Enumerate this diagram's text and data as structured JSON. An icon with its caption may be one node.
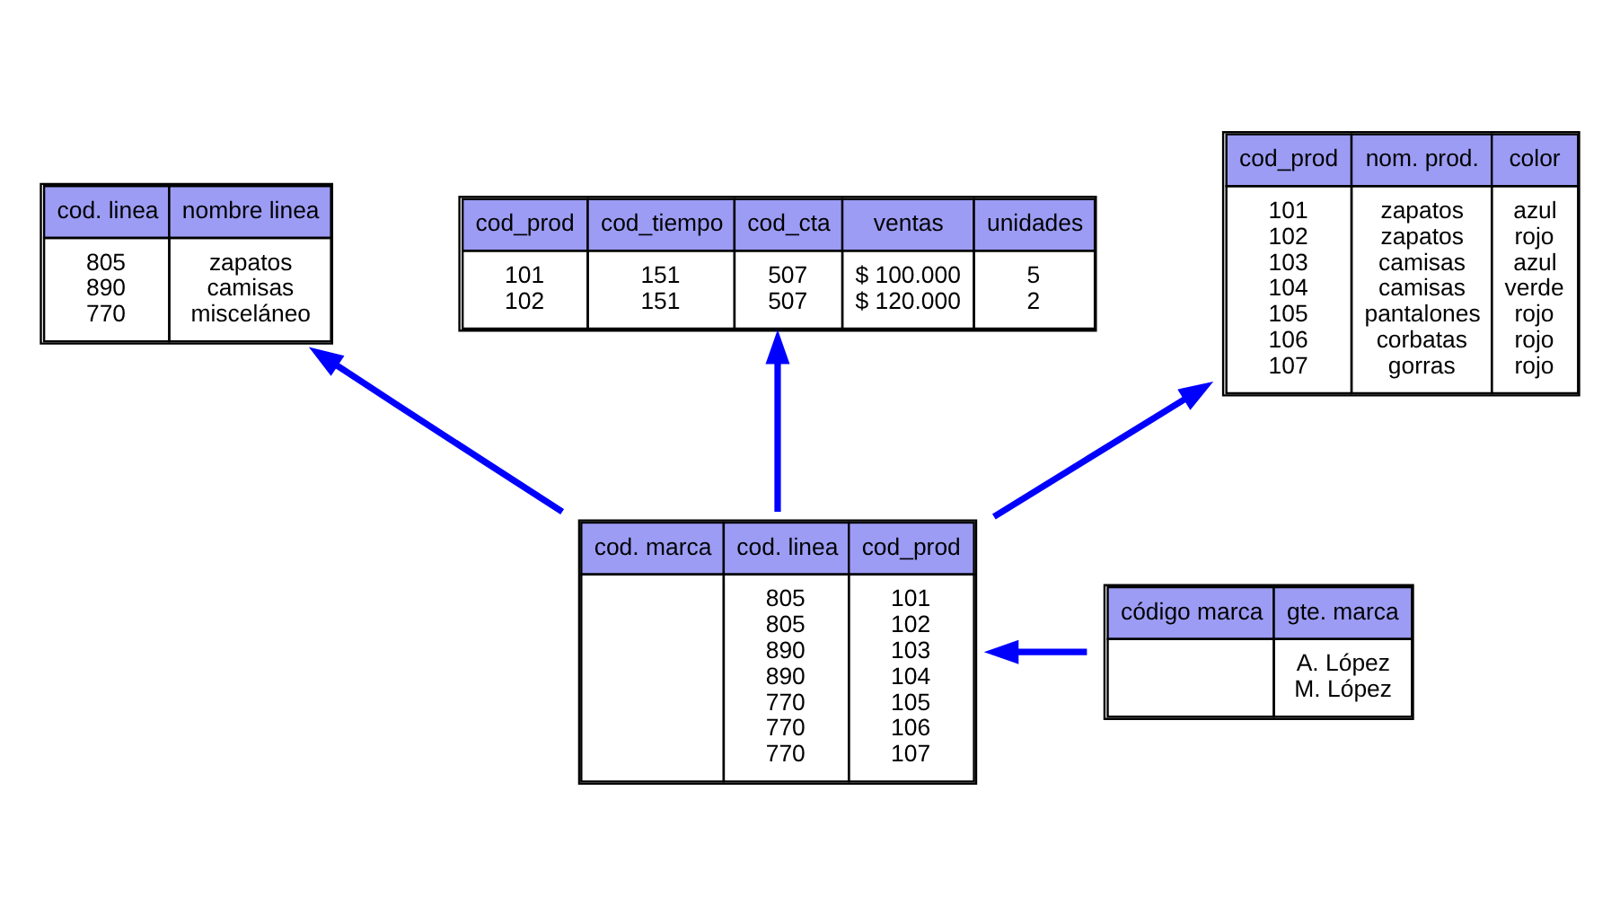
{
  "diagram": {
    "nodes": [
      {
        "text": [
          "cod. linea",
          "nombre linea",
          "805",
          "zapatos",
          "890",
          "camisas",
          "770",
          "misceláneo"
        ]
      },
      {
        "text": [
          "cod_prod",
          "cod_tiempo",
          "cod_cta",
          "ventas",
          "unidades",
          "101",
          "151",
          "507",
          "$ 100.000",
          "5",
          "102",
          "151",
          "507",
          "$ 120.000",
          "2"
        ]
      },
      {
        "text": [
          "código marca",
          "gte. marca",
          "A. López",
          "M. López"
        ]
      },
      {
        "text": [
          "cod_prod",
          "nom. prod.",
          "color",
          "101",
          "zapatos",
          "azul",
          "102",
          "zapatos",
          "rojo",
          "103",
          "camisas",
          "azul",
          "104",
          "camisas",
          "verde",
          "105",
          "pantalones",
          "rojo",
          "106",
          "corbatas",
          "rojo",
          "107",
          "gorras",
          "rojo"
        ]
      },
      {
        "text": [
          "cod. marca",
          "cod. linea",
          "cod_prod",
          "805",
          "101",
          "805",
          "102",
          "890",
          "103",
          "890",
          "104",
          "770",
          "105",
          "770",
          "106",
          "770",
          "107"
        ]
      }
    ],
    "edges": [
      {
        "from": 2,
        "to": 4,
        "arrow": "to"
      },
      {
        "from": 4,
        "to": 0,
        "arrow": "to"
      },
      {
        "from": 4,
        "to": 1,
        "arrow": "to"
      },
      {
        "from": 4,
        "to": 3,
        "arrow": "to"
      }
    ]
  }
}
